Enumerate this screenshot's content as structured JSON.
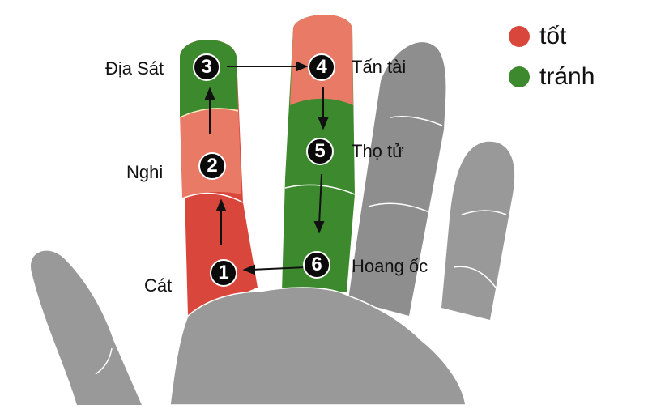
{
  "legend": {
    "items": [
      {
        "label": "tốt",
        "color": "#d9473c"
      },
      {
        "label": "tránh",
        "color": "#3d8a2e"
      }
    ]
  },
  "colors": {
    "good_light": "#e87a66",
    "good": "#d9473c",
    "avoid": "#3d8a2e",
    "hand": "#999999",
    "hand_dark": "#8e8e8e",
    "crease": "#ffffff"
  },
  "positions": [
    {
      "number": "1",
      "label": "Cát",
      "type": "tốt"
    },
    {
      "number": "2",
      "label": "Nghi",
      "type": "tốt"
    },
    {
      "number": "3",
      "label": "Địa Sát",
      "type": "tránh"
    },
    {
      "number": "4",
      "label": "Tấn tài",
      "type": "tốt"
    },
    {
      "number": "5",
      "label": "Thọ tử",
      "type": "tránh"
    },
    {
      "number": "6",
      "label": "Hoang ốc",
      "type": "tránh"
    }
  ]
}
